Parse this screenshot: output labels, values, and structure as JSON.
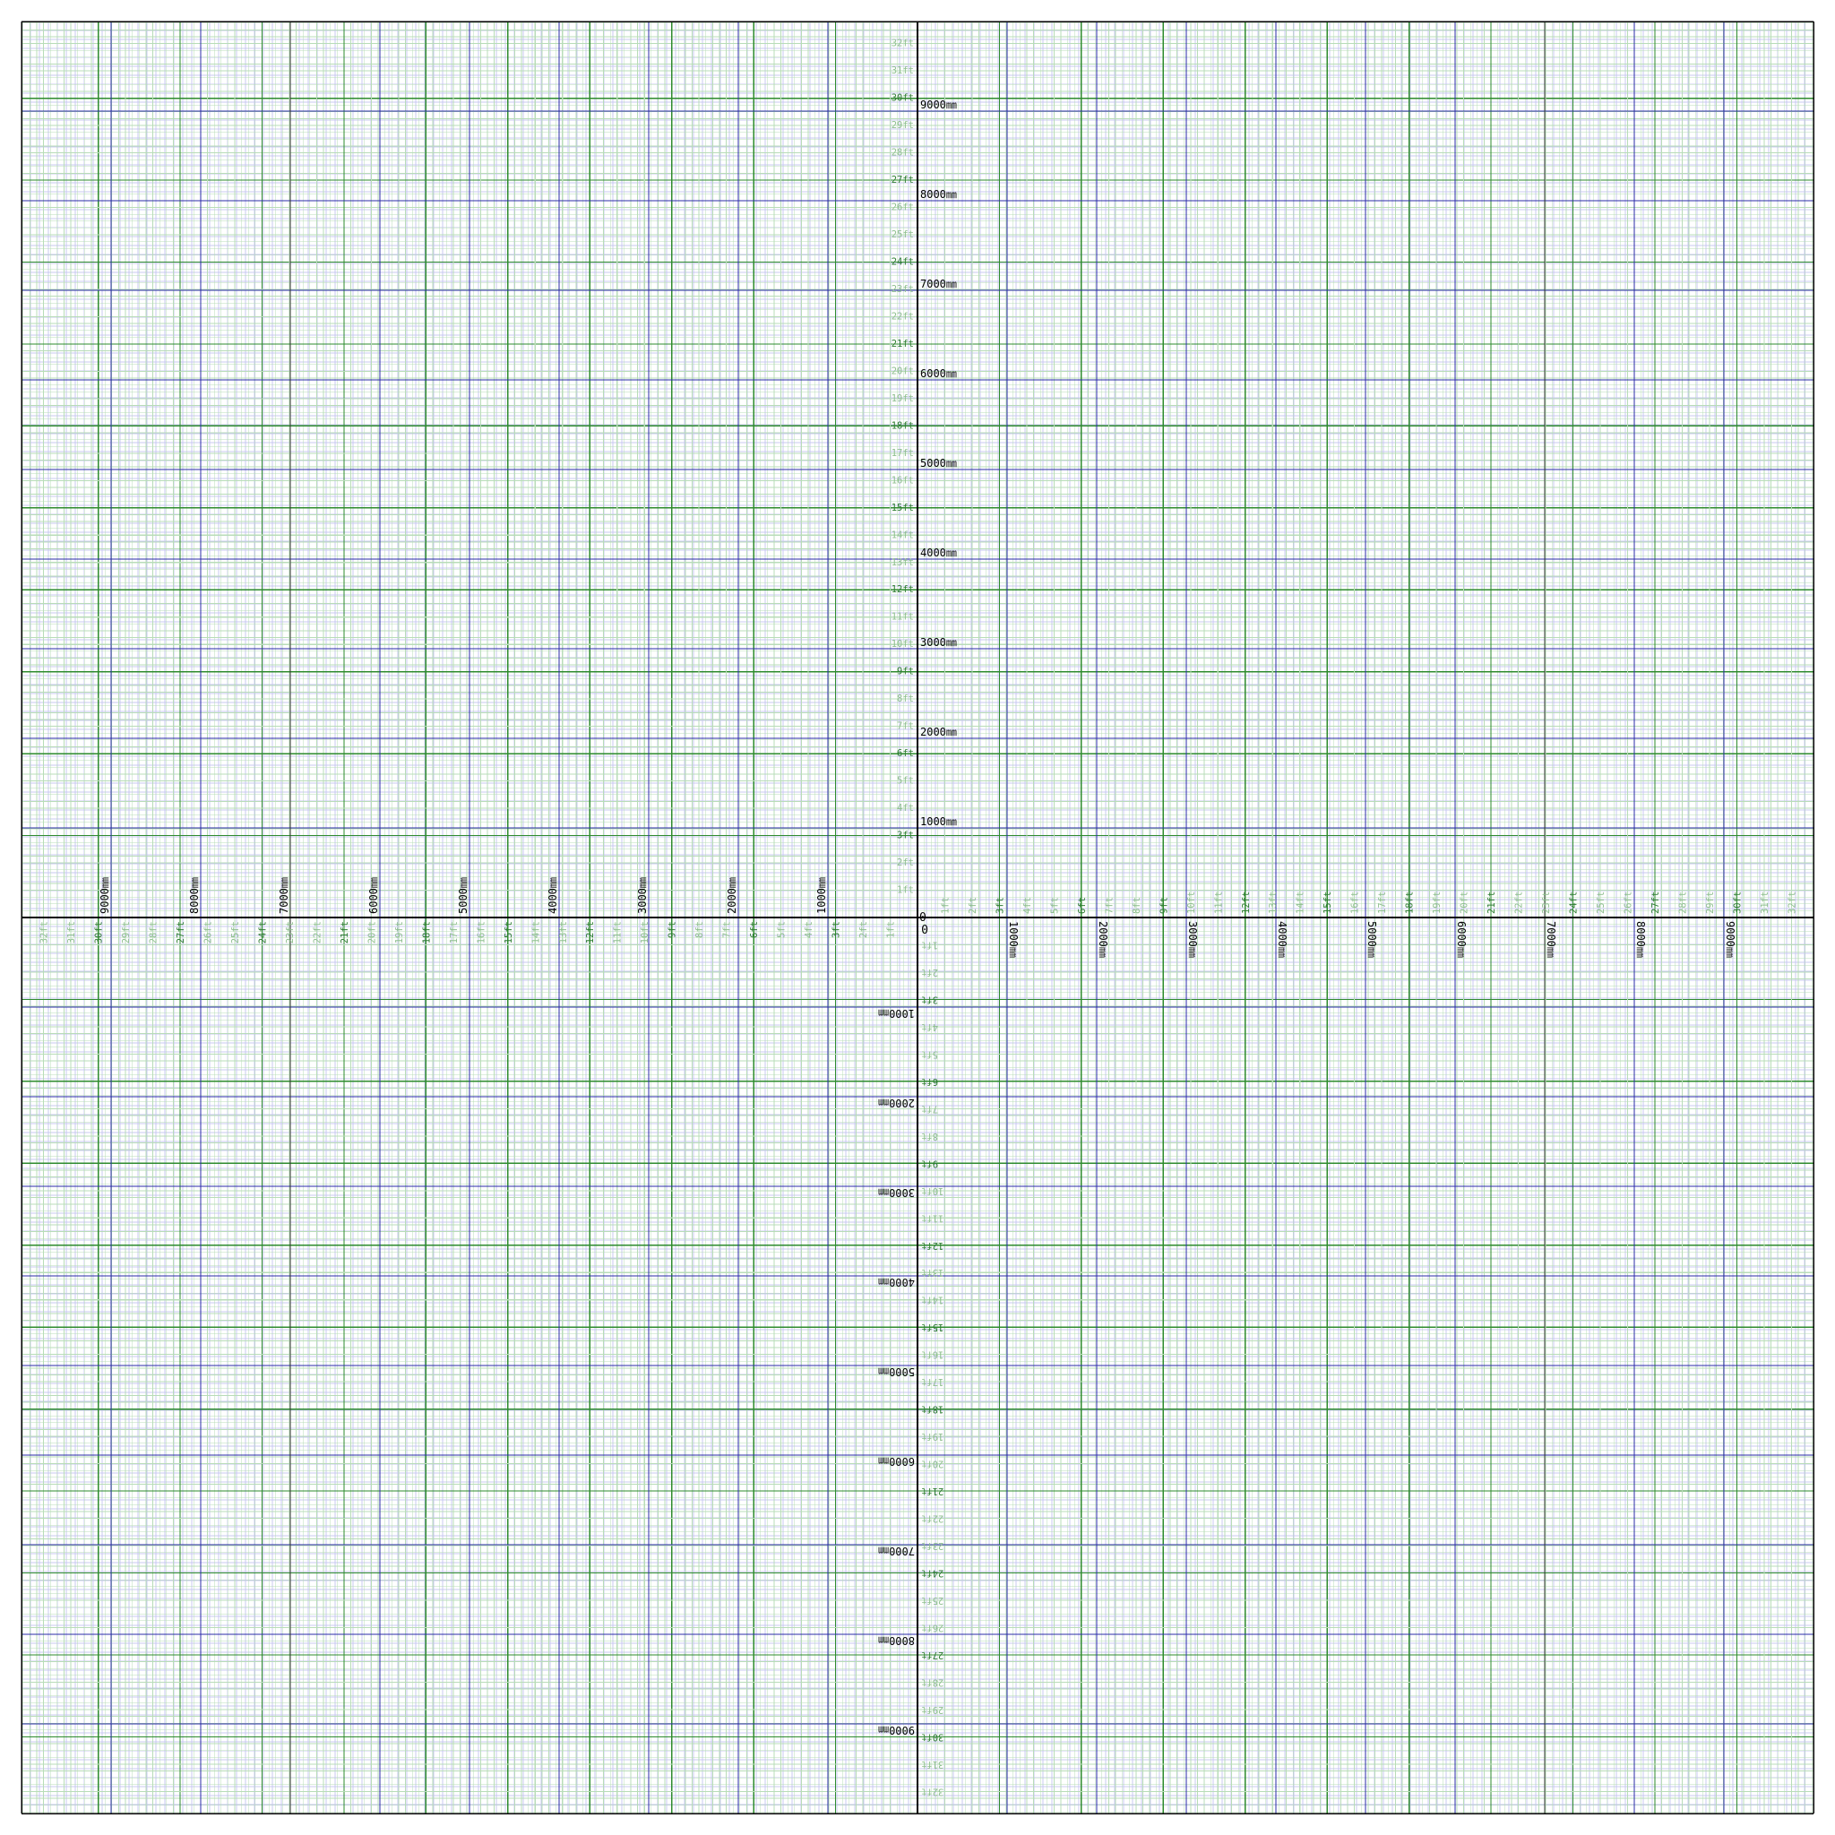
{
  "origin_labels": [
    "0",
    "0"
  ],
  "metric": {
    "unit": "mm",
    "unit_suffix": "㎜",
    "labels": [
      "1000",
      "2000",
      "3000",
      "4000",
      "5000",
      "6000",
      "7000",
      "8000",
      "9000"
    ]
  },
  "imperial": {
    "unit": "ft",
    "labels": [
      "1ft",
      "2ft",
      "3ft",
      "4ft",
      "5ft",
      "6ft",
      "7ft",
      "8ft",
      "9ft",
      "10ft",
      "11ft",
      "12ft",
      "13ft",
      "14ft",
      "15ft",
      "16ft",
      "17ft",
      "18ft",
      "19ft",
      "20ft",
      "21ft",
      "22ft",
      "23ft",
      "24ft",
      "25ft",
      "26ft",
      "27ft",
      "28ft",
      "29ft",
      "30ft",
      "31ft",
      "32ft"
    ],
    "emphasized_every": 3
  },
  "colors": {
    "background": "#ffffff",
    "metric_major": "#2b2ba8",
    "metric_minor": "#c8c8f0",
    "imperial_major": "#2e8b2e",
    "imperial_minor": "#b8dcb8",
    "axis": "#000000",
    "border": "#000000",
    "metric_text": "#000000",
    "imperial_text": "#2e7d32",
    "imperial_text_faint": "#8fbf8f"
  }
}
